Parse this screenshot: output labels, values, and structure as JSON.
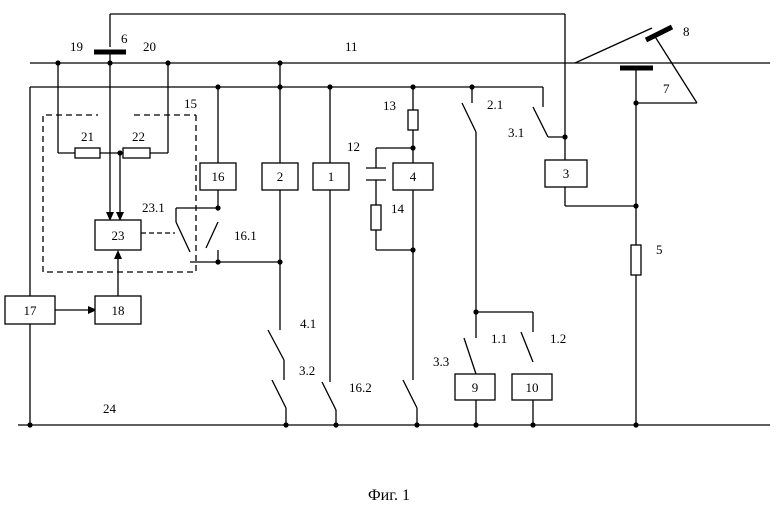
{
  "caption": "Фиг. 1",
  "labels": {
    "n1": "1",
    "n2": "2",
    "n3": "3",
    "n4": "4",
    "n5": "5",
    "n6": "6",
    "n7": "7",
    "n8": "8",
    "n9": "9",
    "n10": "10",
    "n11": "11",
    "n12": "12",
    "n13": "13",
    "n14": "14",
    "n15": "15",
    "n16": "16",
    "n17": "17",
    "n18": "18",
    "n19": "19",
    "n20": "20",
    "n21": "21",
    "n22": "22",
    "n23": "23",
    "n24": "24",
    "s11": "1.1",
    "s12": "1.2",
    "s21": "2.1",
    "s31": "3.1",
    "s32": "3.2",
    "s33": "3.3",
    "s41": "4.1",
    "s161": "16.1",
    "s162": "16.2",
    "s231": "23.1"
  }
}
